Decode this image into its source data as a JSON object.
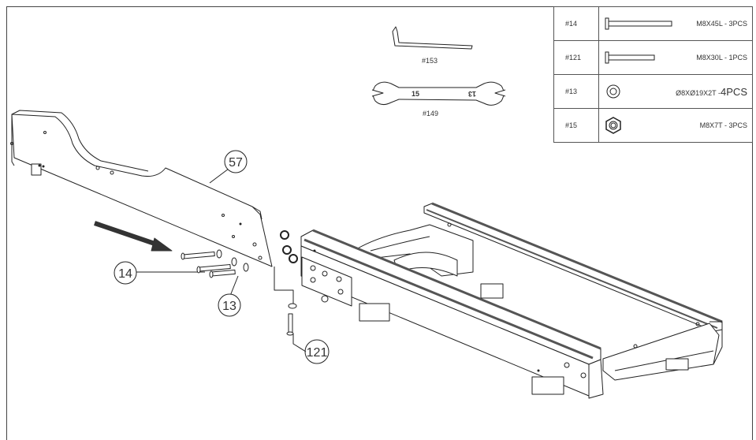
{
  "callouts": {
    "c57": "57",
    "c14": "14",
    "c13": "13",
    "c121": "121"
  },
  "tools": {
    "allen_key": "#153",
    "wrench": "#149",
    "wrench_size_left": "15",
    "wrench_size_right": "13"
  },
  "parts_table": [
    {
      "code": "#14",
      "spec": "M8X45L - 3PCS",
      "icon": "long-bolt-icon"
    },
    {
      "code": "#121",
      "spec": "M8X30L - 1PCS",
      "icon": "short-bolt-icon"
    },
    {
      "code": "#13",
      "spec": "Ø8XØ19X2T - ",
      "spec_qty": "4PCS",
      "icon": "washer-icon"
    },
    {
      "code": "#15",
      "spec": "M8X7T - 3PCS",
      "icon": "hex-nut-icon"
    }
  ],
  "colors": {
    "line": "#222222",
    "rail": "#555555",
    "frame": "#444444",
    "background": "#ffffff"
  }
}
